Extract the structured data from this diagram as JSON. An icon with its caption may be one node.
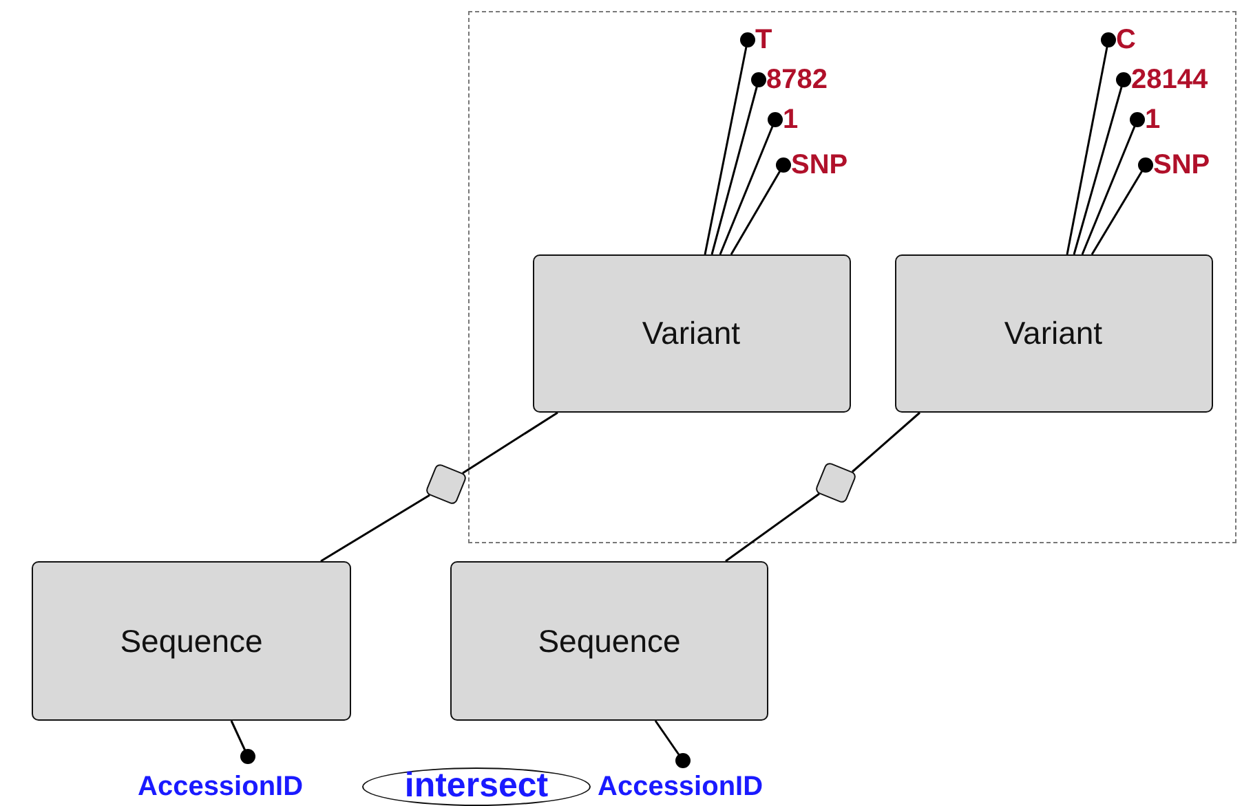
{
  "diagram": {
    "nodes": [
      {
        "text": [],
        "shape": "box"
      },
      {
        "text": [
          "Variant"
        ],
        "in": 0
      },
      {
        "text": [
          "Variant"
        ],
        "in": 0
      },
      {
        "text": [
          "Sequence"
        ]
      },
      {
        "text": [
          "Sequence"
        ]
      },
      {
        "text": [],
        "shape": "diamond"
      },
      {
        "text": [],
        "shape": "diamond",
        "in": 0
      },
      {
        "text": [
          "T"
        ],
        "in": 0
      },
      {
        "text": [
          "8782"
        ],
        "in": 0
      },
      {
        "text": [
          "1"
        ],
        "in": 0
      },
      {
        "text": [
          "SNP"
        ],
        "in": 0
      },
      {
        "text": [
          "C"
        ],
        "in": 0
      },
      {
        "text": [
          "28144"
        ],
        "in": 0
      },
      {
        "text": [
          "1"
        ],
        "in": 0
      },
      {
        "text": [
          "SNP"
        ],
        "in": 0
      },
      {
        "text": [
          "AccessionID"
        ]
      },
      {
        "text": [
          "intersect"
        ]
      },
      {
        "text": [
          "AccessionID"
        ]
      }
    ],
    "edges": [
      {
        "from": 1,
        "to": 5,
        "arrow": "none"
      },
      {
        "from": 5,
        "to": 3,
        "arrow": "none"
      },
      {
        "from": 2,
        "to": 6,
        "arrow": "none"
      },
      {
        "from": 6,
        "to": 4,
        "arrow": "none"
      },
      {
        "from": 1,
        "to": 7,
        "arrow": "other"
      },
      {
        "from": 1,
        "to": 8,
        "arrow": "other"
      },
      {
        "from": 1,
        "to": 9,
        "arrow": "other"
      },
      {
        "from": 1,
        "to": 10,
        "arrow": "other"
      },
      {
        "from": 2,
        "to": 11,
        "arrow": "other"
      },
      {
        "from": 2,
        "to": 12,
        "arrow": "other"
      },
      {
        "from": 2,
        "to": 13,
        "arrow": "other"
      },
      {
        "from": 2,
        "to": 14,
        "arrow": "other"
      },
      {
        "from": 3,
        "to": 15,
        "arrow": "other"
      },
      {
        "from": 4,
        "to": 17,
        "arrow": "other"
      }
    ]
  }
}
